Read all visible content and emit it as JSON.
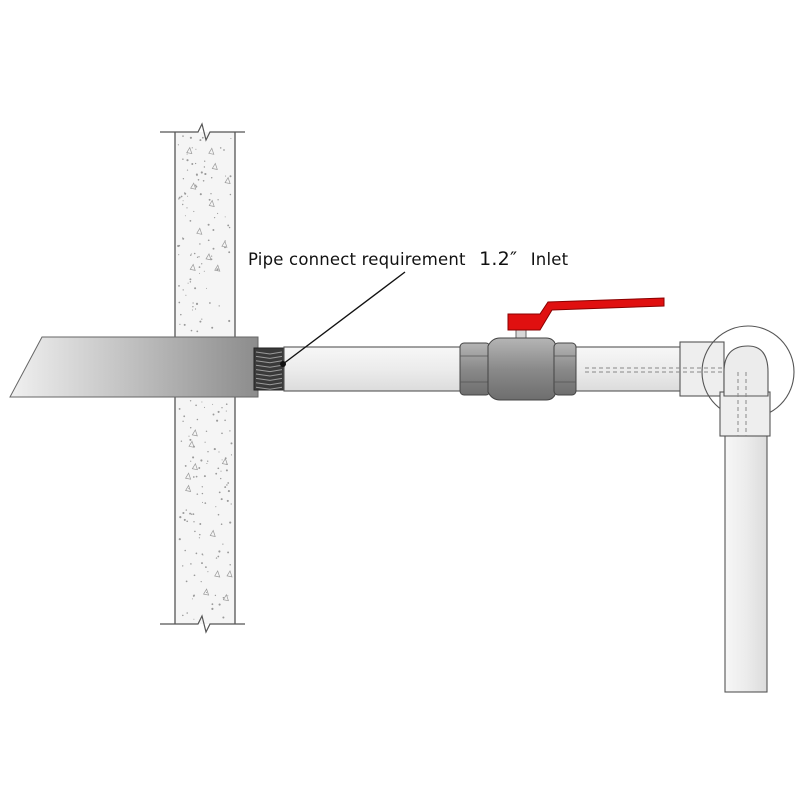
{
  "callout": {
    "label": "Pipe connect requirement",
    "size": "1.2″",
    "suffix": "Inlet"
  },
  "colors": {
    "valve_handle": "#e01010",
    "valve_body": "#8f8f8f",
    "pipe": "#efefef",
    "wall": "#f4f4f4",
    "spout": "#9a9a9a",
    "outline": "#555555"
  },
  "icons": {
    "valve": "ball-valve-icon",
    "elbow": "pipe-elbow-icon",
    "thread": "threaded-connector-icon"
  }
}
